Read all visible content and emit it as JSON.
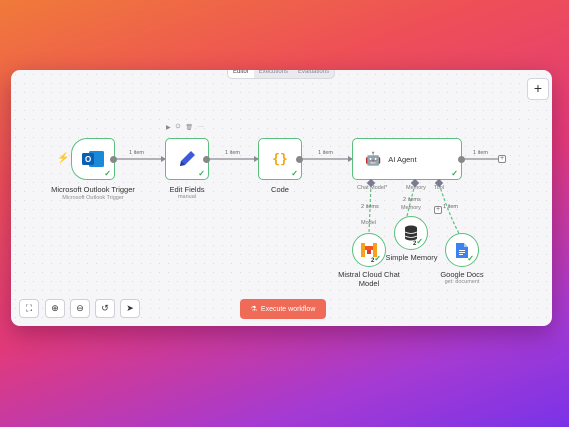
{
  "tabs": [
    {
      "label": "Editor",
      "active": true
    },
    {
      "label": "Executions",
      "active": false
    },
    {
      "label": "Evaluations",
      "active": false
    }
  ],
  "toolbar": {
    "add_icon": "plus"
  },
  "nodes": {
    "outlook": {
      "label": "Microsoft Outlook Trigger",
      "sublabel": "Microsoft Outlook Trigger"
    },
    "edit": {
      "label": "Edit Fields",
      "sublabel": "manual"
    },
    "code": {
      "label": "Code"
    },
    "agent": {
      "label": "AI Agent"
    },
    "mistral": {
      "label": "Mistral Cloud Chat Model",
      "count": "2"
    },
    "memory": {
      "label": "Simple Memory",
      "count": "2"
    },
    "gdocs": {
      "label": "Google Docs",
      "sublabel": "get: document"
    }
  },
  "edges": {
    "e1": "1 item",
    "e2": "1 item",
    "e3": "1 item",
    "e4": "1 item",
    "model_items": "2 items",
    "memory_items": "2 items",
    "tool_items": "1 item"
  },
  "ports": {
    "chat_model": "Chat Model*",
    "memory": "Memory",
    "tool": "Tool",
    "model_short": "Model",
    "memory_short": "Memory"
  },
  "bottom": {
    "execute_label": "Execute workflow"
  },
  "colors": {
    "accent": "#ef6a57",
    "node_border": "#5bbf7f",
    "success": "#2eaa55"
  }
}
